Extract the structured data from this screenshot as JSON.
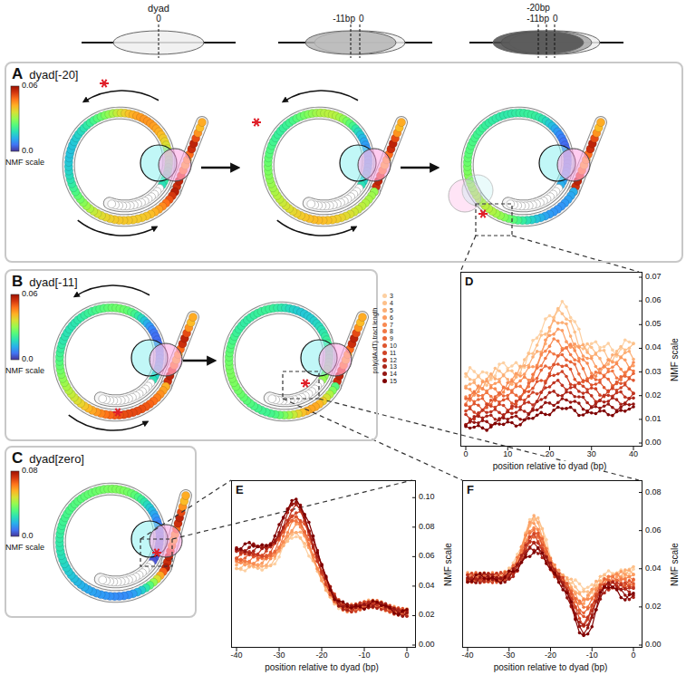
{
  "diagram": {
    "nodes": [
      {
        "text": [
          "A",
          "dyad[-20]"
        ]
      },
      {
        "text": [
          "B",
          "dyad[-11]"
        ]
      },
      {
        "text": [
          "C",
          "dyad[zero]"
        ]
      },
      {
        "text": [
          "D"
        ]
      },
      {
        "text": [
          "E"
        ]
      },
      {
        "text": [
          "F"
        ]
      }
    ],
    "labels": [
      "dyad",
      "0",
      "-11bp",
      "0",
      "-20bp",
      "-11bp",
      "0",
      "0.06",
      "0.0",
      "NMF scale",
      "0.06",
      "0.0",
      "NMF scale",
      "0.08",
      "0.0",
      "NMF scale",
      "0.00",
      "0.01",
      "0.02",
      "0.03",
      "0.04",
      "0.05",
      "0.06",
      "0.07",
      "0",
      "10",
      "20",
      "30",
      "40",
      "position relative to dyad (bp)",
      "NMF scale",
      "poly(dA:dT) tract length",
      "0.00",
      "0.02",
      "0.04",
      "0.06",
      "0.08",
      "0.10",
      "-40",
      "-30",
      "-20",
      "-10",
      "0",
      "position relative to dyad (bp)",
      "NMF scale",
      "0.00",
      "0.02",
      "0.04",
      "0.06",
      "0.08",
      "-40",
      "-30",
      "-20",
      "-10",
      "0",
      "position relative to dyad (bp)",
      "NMF scale"
    ],
    "legend": [
      {
        "text": "3",
        "color": "#fdd0a2"
      },
      {
        "text": "4",
        "color": "#fdc08a"
      },
      {
        "text": "5",
        "color": "#fcae75"
      },
      {
        "text": "6",
        "color": "#fc9c62"
      },
      {
        "text": "7",
        "color": "#f88a52"
      },
      {
        "text": "8",
        "color": "#f27844"
      },
      {
        "text": "9",
        "color": "#e96638"
      },
      {
        "text": "10",
        "color": "#de552e"
      },
      {
        "text": "11",
        "color": "#d04427"
      },
      {
        "text": "12",
        "color": "#bf3320"
      },
      {
        "text": "13",
        "color": "#aa2419"
      },
      {
        "text": "14",
        "color": "#941612"
      },
      {
        "text": "15",
        "color": "#7f0000"
      }
    ]
  }
}
